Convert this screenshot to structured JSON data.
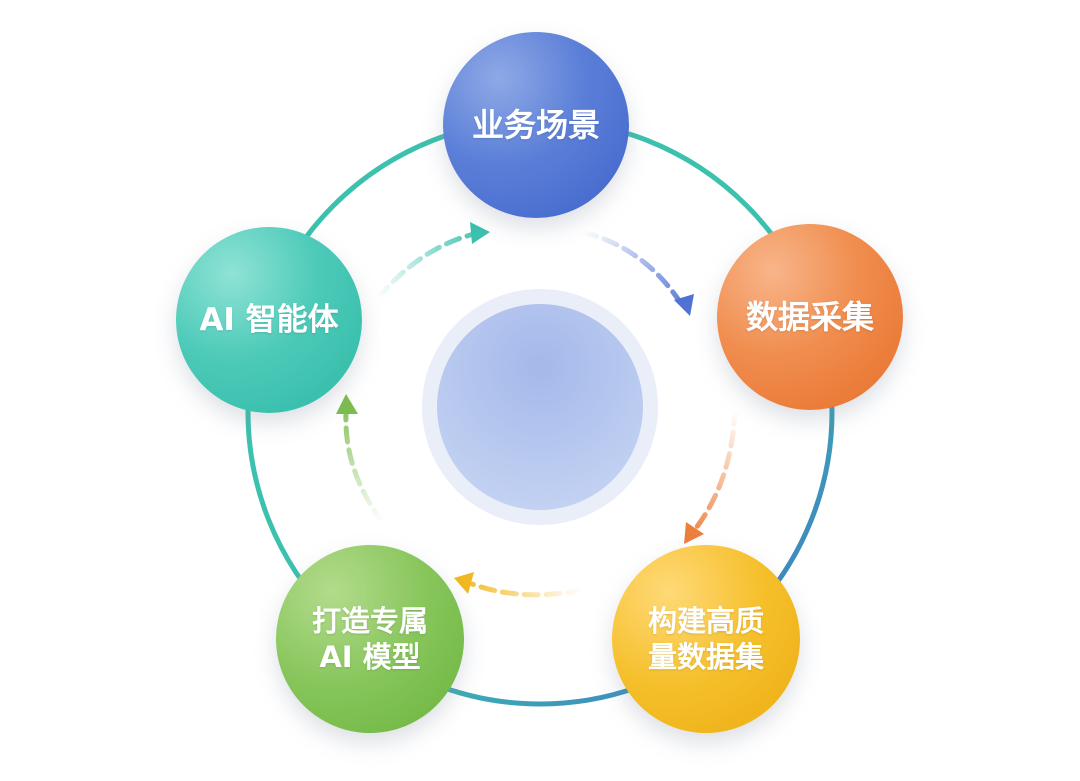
{
  "nodes": {
    "scene": {
      "label": "业务场景",
      "color": "#4f72d3"
    },
    "collect": {
      "label": "数据采集",
      "color": "#ed7f3c"
    },
    "dataset": {
      "label": "构建高质\n量数据集",
      "color": "#f2b821"
    },
    "model": {
      "label": "打造专属\nAI 模型",
      "color": "#7dbd4f"
    },
    "agent": {
      "label": "AI 智能体",
      "color": "#3cc1ae"
    }
  },
  "ring": {
    "color_start": "#3cc1ae",
    "color_end": "#3f6fc6"
  },
  "center": {
    "color": "#a9bfea",
    "halo_color": "#e7ecf8"
  },
  "flow_arrows": [
    {
      "from": "agent",
      "to": "scene",
      "color": "#3cc1ae"
    },
    {
      "from": "scene",
      "to": "collect",
      "color": "#4f72d3"
    },
    {
      "from": "collect",
      "to": "dataset",
      "color": "#ed7f3c"
    },
    {
      "from": "dataset",
      "to": "model",
      "color": "#f2b821"
    },
    {
      "from": "model",
      "to": "agent",
      "color": "#7dbd4f"
    }
  ]
}
